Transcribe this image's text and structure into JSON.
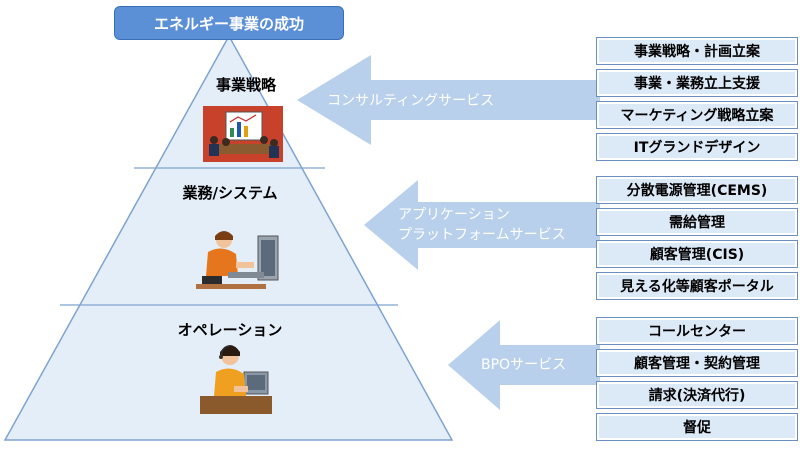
{
  "title": "エネルギー事業の成功",
  "tiers": [
    {
      "label": "事業戦略",
      "icon": "meeting-presentation-icon"
    },
    {
      "label": "業務/システム",
      "icon": "computer-worker-icon"
    },
    {
      "label": "オペレーション",
      "icon": "call-center-operator-icon"
    }
  ],
  "arrows": [
    {
      "lines": [
        "コンサルティングサービス"
      ]
    },
    {
      "lines": [
        "アプリケーション",
        "プラットフォームサービス"
      ]
    },
    {
      "lines": [
        "BPOサービス"
      ]
    }
  ],
  "service_groups": [
    {
      "items": [
        "事業戦略・計画立案",
        "事業・業務立上支援",
        "マーケティング戦略立案",
        "ITグランドデザイン"
      ]
    },
    {
      "items": [
        "分散電源管理(CEMS)",
        "需給管理",
        "顧客管理(CIS)",
        "見える化等顧客ポータル"
      ]
    },
    {
      "items": [
        "コールセンター",
        "顧客管理・契約管理",
        "請求(決済代行)",
        "督促"
      ]
    }
  ],
  "colors": {
    "title_bg": "#5b8fd6",
    "pyramid_fill": "#e4eef9",
    "pyramid_stroke": "#7fa3d0",
    "arrow_fill": "#b8d0ec",
    "service_bg": "#dce9f7"
  }
}
